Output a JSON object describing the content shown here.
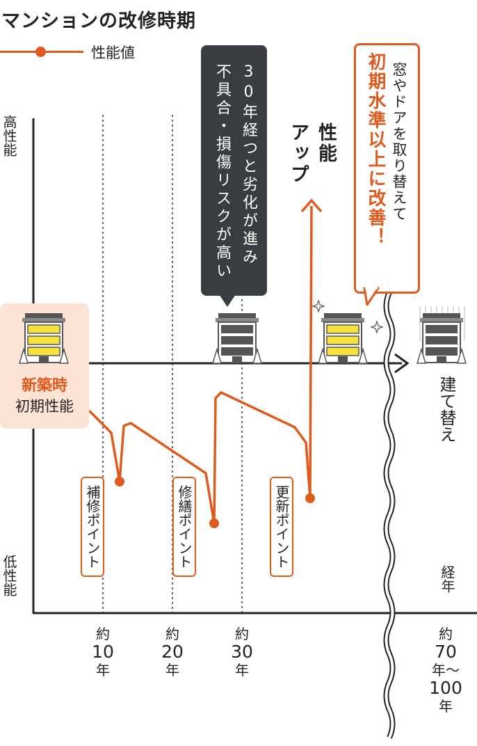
{
  "title": "マンションの改修時期",
  "legend": {
    "label": "性能値",
    "color": "#e05a1e"
  },
  "y_axis": {
    "top": "高性能",
    "bottom": "低性能"
  },
  "x_axis": {
    "unit": "経年",
    "ticks": [
      {
        "pre": "約",
        "num": "10",
        "post": "年"
      },
      {
        "pre": "約",
        "num": "20",
        "post": "年"
      },
      {
        "pre": "約",
        "num": "30",
        "post": "年"
      },
      {
        "pre": "約",
        "num": "70",
        "post": "年〜",
        "num2": "100",
        "post2": "年"
      }
    ]
  },
  "bubble": {
    "line1": "30年経つと劣化が進み",
    "line2": "不具合・損傷リスクが高い"
  },
  "callout": {
    "line1": "窓やドアを取り替えて",
    "line2": "初期水準以上に改善！"
  },
  "performance_up": {
    "line1": "性能",
    "line2": "アップ"
  },
  "new_build": {
    "label": "新築時",
    "sub": "初期性能"
  },
  "points": [
    "補修ポイント",
    "修繕ポイント",
    "更新ポイント"
  ],
  "rebuild": "建て替え",
  "colors": {
    "accent": "#e05a1e",
    "dark": "#3a3d3f",
    "pink": "#fde3d4"
  }
}
